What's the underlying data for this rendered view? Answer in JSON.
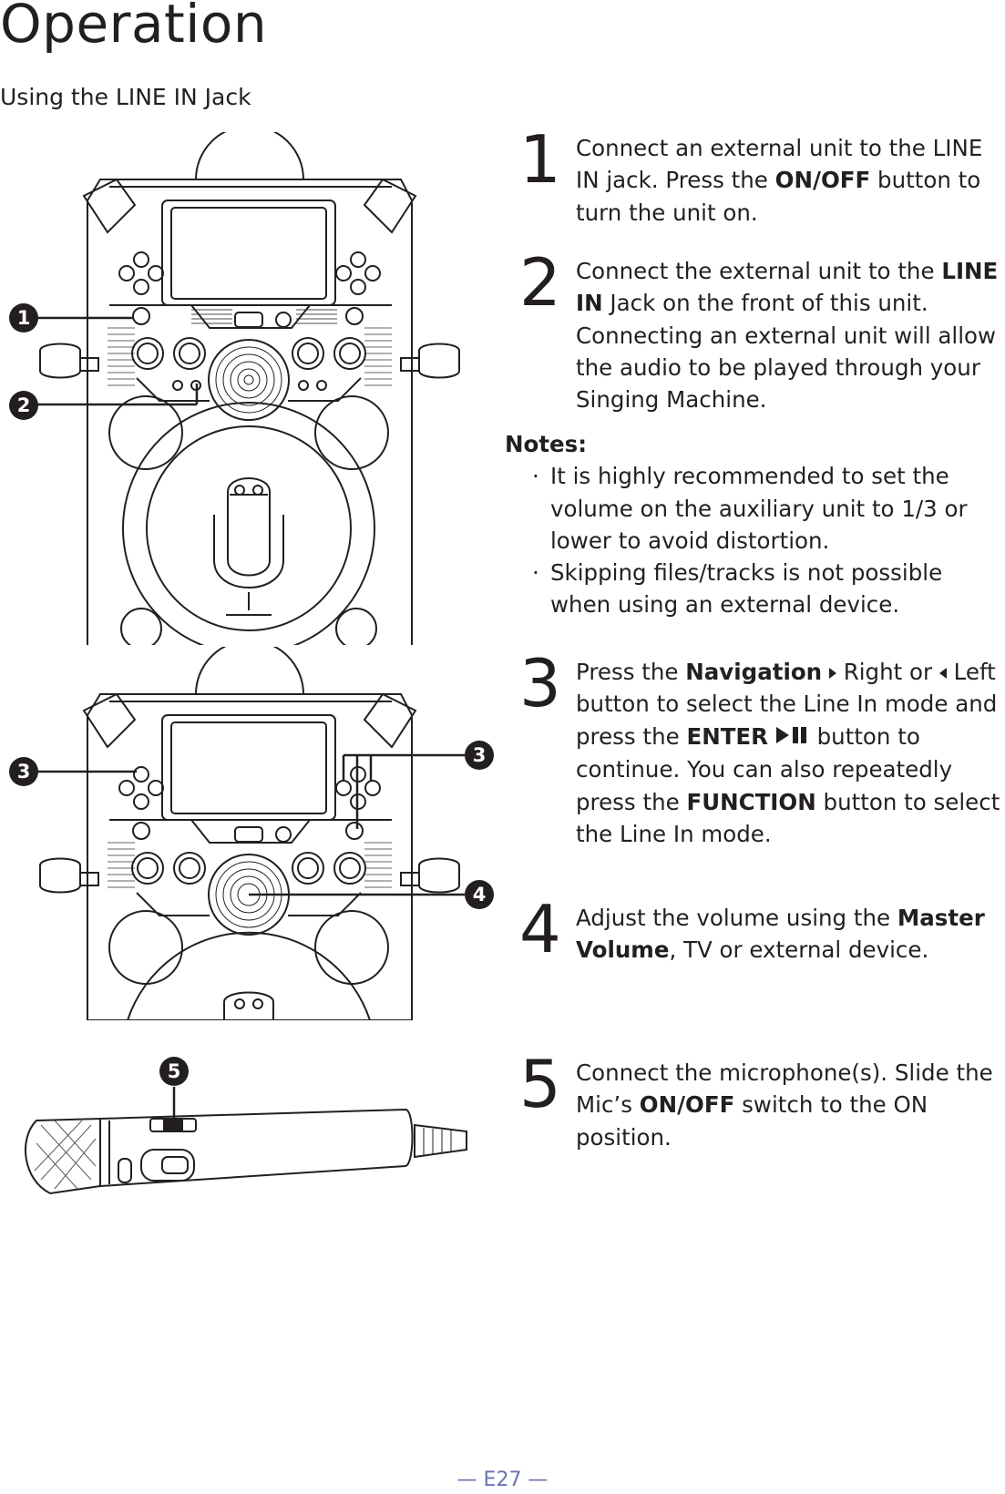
{
  "page": {
    "title": "Operation",
    "section_title": "Using the LINE IN Jack",
    "footer": "— E27 —"
  },
  "callouts": {
    "c1": "1",
    "c2": "2",
    "c3a": "3",
    "c3b": "3",
    "c4": "4",
    "c5": "5"
  },
  "steps": [
    {
      "number": "1",
      "parts": [
        "Connect an external unit to the LINE IN jack. Press the ",
        "ON/OFF",
        " button to turn the unit on."
      ]
    },
    {
      "number": "2",
      "parts": [
        "Connect the external unit to the ",
        "LINE IN",
        " Jack on the front of this unit. Connecting an external unit will allow the audio to be played through your Singing Machine."
      ]
    },
    {
      "number": "3",
      "parts": [
        "Press the ",
        "Navigation",
        " Right or ",
        " Left button to select the Line In mode and press the ",
        "ENTER",
        " button to continue. You can also repeatedly press the ",
        "FUNCTION",
        " button to select the Line In mode."
      ]
    },
    {
      "number": "4",
      "parts": [
        "Adjust the volume using the ",
        "Master Volume",
        ", TV or external device."
      ]
    },
    {
      "number": "5",
      "parts": [
        "Connect the microphone(s). Slide the Mic’s ",
        "ON/OFF",
        " switch to the ON position."
      ]
    }
  ],
  "notes": {
    "label": "Notes:",
    "bullet": "·",
    "items": [
      "It is highly recommended to set the volume on the auxiliary unit to 1/3 or lower to avoid distortion.",
      "Skipping files/tracks is not possible when using an external device."
    ]
  },
  "icons": {
    "right_arrow": "triangle-right-icon",
    "left_arrow": "triangle-left-icon",
    "play_pause": "play-pause-icon"
  }
}
